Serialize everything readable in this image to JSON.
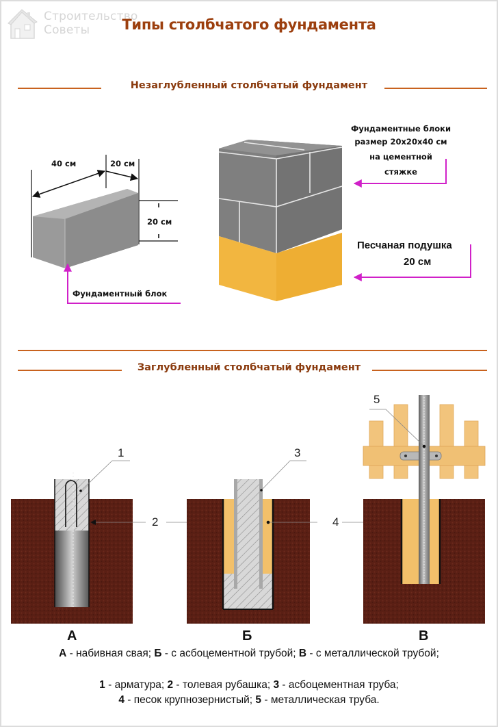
{
  "watermark": {
    "icon": "house-icon",
    "line1": "Строительство",
    "line2": "Советы"
  },
  "title": "Типы столбчатого фундамента",
  "colors": {
    "title": "#9c3f0e",
    "rule": "#c8621e",
    "block_gray": "#8e8e8e",
    "sand": "#f2b640",
    "soil": "#5a1f14",
    "arrow": "#d020c8",
    "wood": "#f0c47a"
  },
  "section1": {
    "heading": "Незаглубленный столбчатый фундамент",
    "block": {
      "dim_length": "40 см",
      "dim_width": "20 см",
      "dim_height": "20 см",
      "caption": "Фундаментный блок"
    },
    "pillar": {
      "blocks_label": [
        "Фундаментные блоки",
        "размер  20х20х40 см",
        "на цементной",
        "стяжке"
      ],
      "sand_label": [
        "Песчаная подушка",
        "20 см"
      ]
    }
  },
  "section2": {
    "heading": "Заглубленный столбчатый фундамент",
    "callouts": [
      "1",
      "2",
      "3",
      "4",
      "5"
    ],
    "variants": [
      {
        "letter": "А",
        "desc": "набивная свая"
      },
      {
        "letter": "Б",
        "desc": "с асбоцементной трубой"
      },
      {
        "letter": "В",
        "desc": "с металлической трубой"
      }
    ],
    "legend_parts": [
      {
        "num": "1",
        "text": "арматура"
      },
      {
        "num": "2",
        "text": "толевая рубашка"
      },
      {
        "num": "3",
        "text": "асбоцементная труба"
      },
      {
        "num": "4",
        "text": "песок крупнозернистый"
      },
      {
        "num": "5",
        "text": "металлическая труба"
      }
    ]
  }
}
